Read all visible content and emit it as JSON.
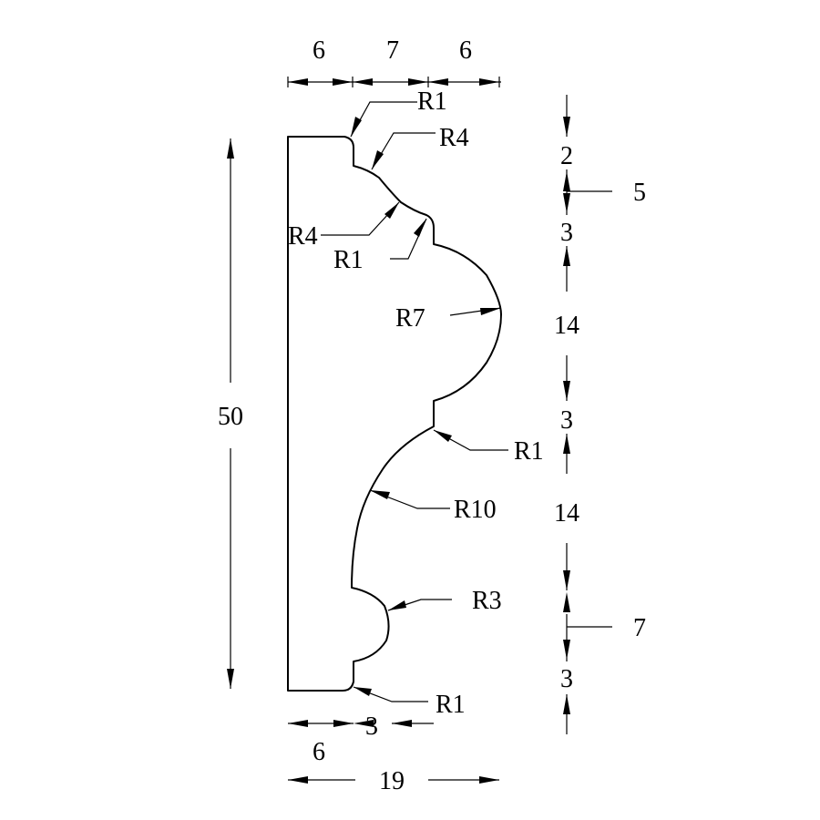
{
  "drawing": {
    "top_dims": [
      "6",
      "7",
      "6"
    ],
    "overall_height": "50",
    "bottom_dims": {
      "left": "6",
      "middle": "3",
      "total": "19"
    },
    "radius_labels": {
      "top_r1": "R1",
      "top_r4": "R4",
      "inner_r4": "R4",
      "inner_r1": "R1",
      "r7": "R7",
      "mid_r1": "R1",
      "r10": "R10",
      "r3": "R3",
      "bottom_r1": "R1"
    },
    "right_dims": [
      "2",
      "5",
      "3",
      "14",
      "3",
      "14",
      "7",
      "3"
    ]
  }
}
